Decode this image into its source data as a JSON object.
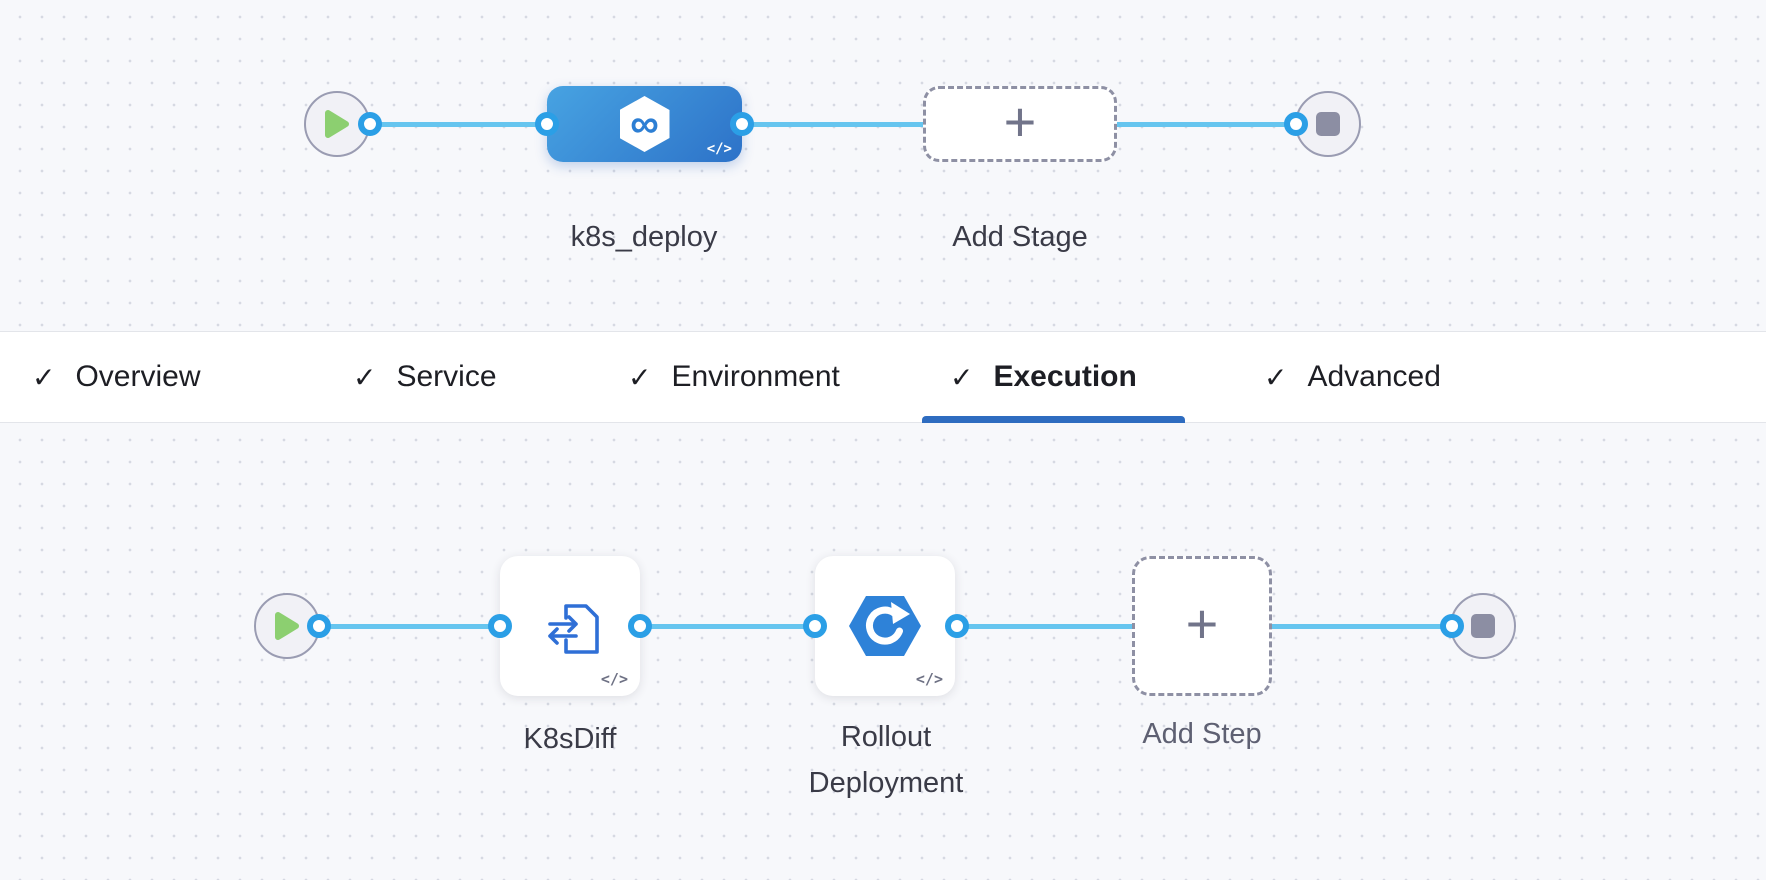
{
  "colors": {
    "canvas_bg": "#f7f8fb",
    "dot": "#d6d9e2",
    "edge": "#66c5ef",
    "port": "#2b9fe6",
    "stage_gradient_start": "#47a3e2",
    "stage_gradient_end": "#2d72c8",
    "active_tab_underline": "#2e6cc0",
    "play_triangle": "#8ccf70",
    "stop_square": "#8c8ea3"
  },
  "glyphs": {
    "check": "✓",
    "plus": "+",
    "infinity": "∞",
    "code_badge": "</>"
  },
  "stage_graph": {
    "stage_node": {
      "label": "k8s_deploy"
    },
    "add_stage": {
      "label": "Add Stage"
    }
  },
  "tab_bar": {
    "tabs": [
      {
        "label": "Overview",
        "checked": true,
        "active": false
      },
      {
        "label": "Service",
        "checked": true,
        "active": false
      },
      {
        "label": "Environment",
        "checked": true,
        "active": false
      },
      {
        "label": "Execution",
        "checked": true,
        "active": true
      },
      {
        "label": "Advanced",
        "checked": true,
        "active": false
      }
    ]
  },
  "step_graph": {
    "steps": [
      {
        "label": "K8sDiff"
      },
      {
        "label": "Rollout Deployment"
      }
    ],
    "add_step": {
      "label": "Add Step"
    }
  }
}
